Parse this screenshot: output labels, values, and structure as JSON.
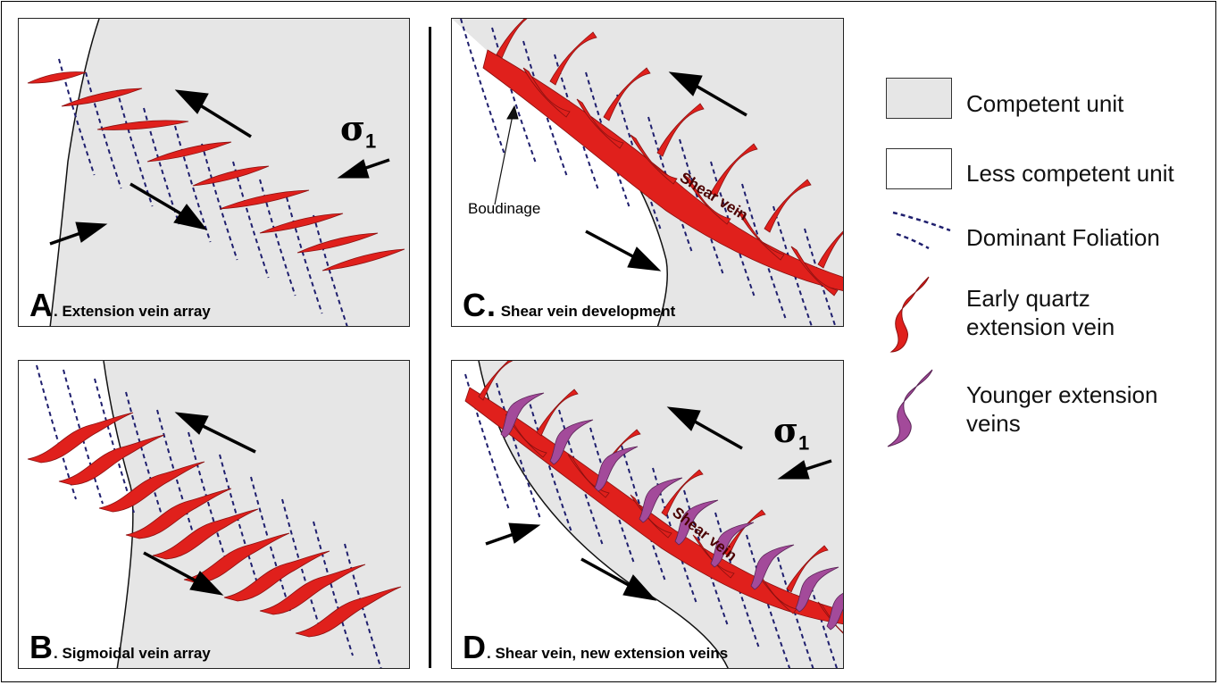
{
  "panels": {
    "a": {
      "letter": "A",
      "caption": ". Extension vein array"
    },
    "b": {
      "letter": "B",
      "caption": ". Sigmoidal vein array"
    },
    "c": {
      "letter": "C.",
      "caption": " Shear vein development",
      "boudinage_label": "Boudinage",
      "shear_label": "Shear vein"
    },
    "d": {
      "letter": "D",
      "caption": ". Shear vein, new extension veins",
      "shear_label": "Shear vein"
    }
  },
  "stress_symbol": {
    "main": "σ",
    "subscript": "1"
  },
  "legend": {
    "competent": "Competent unit",
    "less_competent": "Less competent unit",
    "foliation": "Dominant Foliation",
    "early_vein": "Early quartz extension vein",
    "younger_vein": "Younger extension veins"
  },
  "colors": {
    "competent_fill": "#e6e6e6",
    "less_competent_fill": "#ffffff",
    "foliation": "#1f1f6e",
    "early_vein": "#e0201c",
    "younger_vein": "#a34a9a"
  }
}
